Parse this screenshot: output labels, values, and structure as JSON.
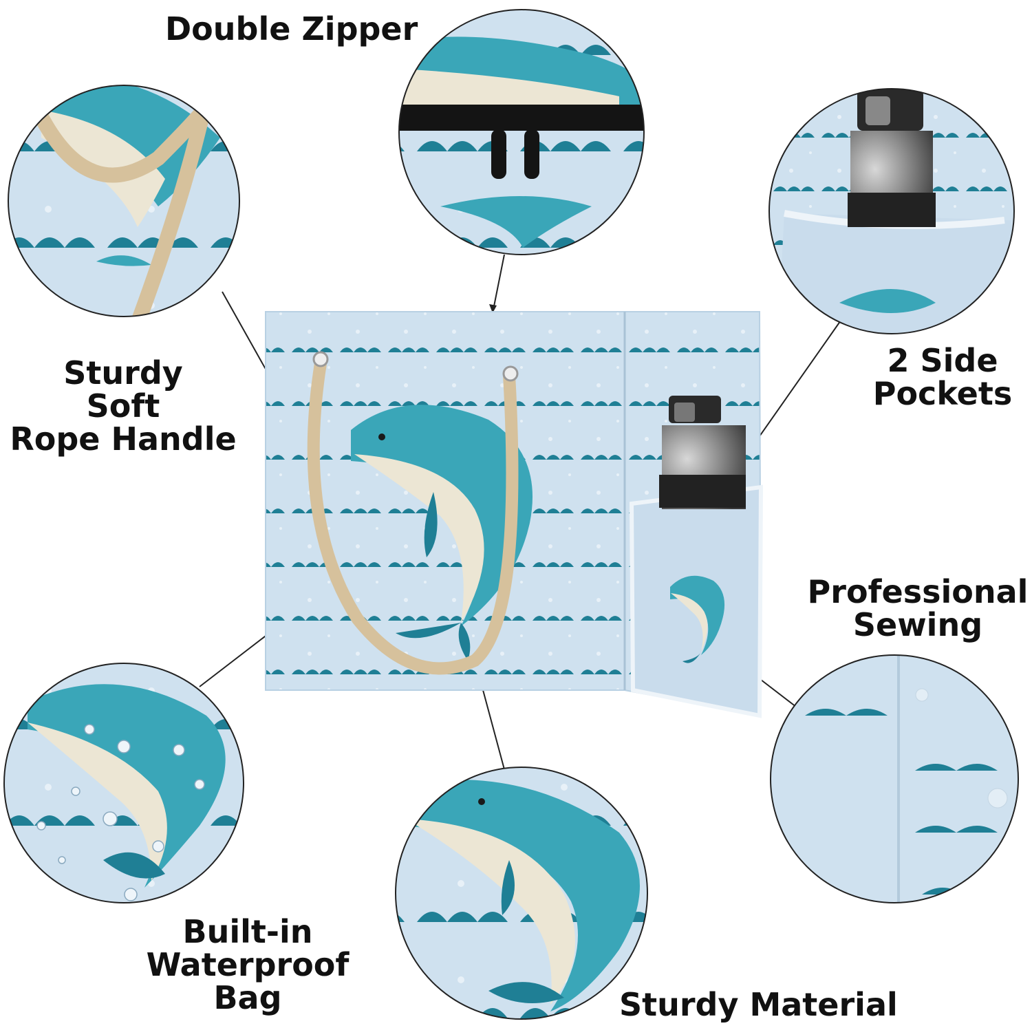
{
  "colors": {
    "fabric": "#cfe1ef",
    "fabric_dark": "#b8d0e3",
    "wave": "#1f7f95",
    "dolphin_body": "#3aa6b8",
    "dolphin_belly": "#ece6d4",
    "rope": "#d6c19c",
    "zipper": "#141414",
    "bottle": "#3b3b3b",
    "line": "#222222",
    "text": "#111111"
  },
  "labels": {
    "double_zipper": "Double Zipper",
    "rope_handle": [
      "Sturdy",
      "Soft",
      "Rope Handle"
    ],
    "side_pockets": [
      "2 Side",
      "Pockets"
    ],
    "professional_sewing": [
      "Professional",
      "Sewing"
    ],
    "waterproof_bag": [
      "Built-in",
      "Waterproof",
      "Bag"
    ],
    "sturdy_material": "Sturdy Material"
  },
  "icons": {
    "product": "dolphin-tote-bag-icon",
    "rope": "rope-handle-icon",
    "zipper": "double-zipper-icon",
    "bottle": "water-bottle-icon",
    "droplets": "water-droplets-icon",
    "fabric": "fabric-texture-icon"
  }
}
